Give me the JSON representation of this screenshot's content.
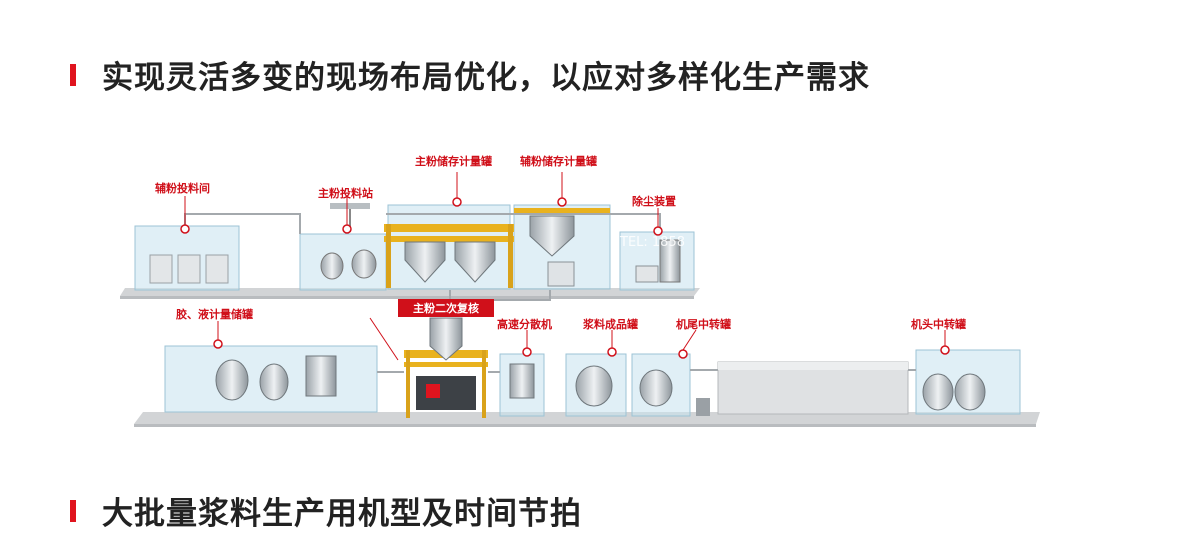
{
  "headings": {
    "top": "实现灵活多变的现场布局优化，以应对多样化生产需求",
    "bottom": "大批量浆料生产用机型及时间节拍"
  },
  "labels": {
    "aux_feed_room": "辅粉投料间",
    "main_feed_station": "主粉投料站",
    "main_storage_tank": "主粉储存计量罐",
    "aux_storage_tank": "辅粉储存计量罐",
    "dust_removal": "除尘装置",
    "glue_tank": "胶、液计量储罐",
    "main_recheck": "主粉二次复核",
    "high_speed_disperser": "高速分散机",
    "slurry_tank": "浆料成品罐",
    "tail_transfer_tank": "机尾中转罐",
    "head_transfer_tank": "机头中转罐"
  },
  "watermark": "TEL: 1858",
  "colors": {
    "accent": "#e0141e",
    "label": "#d0101a",
    "glass": "#bfdceb",
    "platform": "#d4d6d8"
  }
}
